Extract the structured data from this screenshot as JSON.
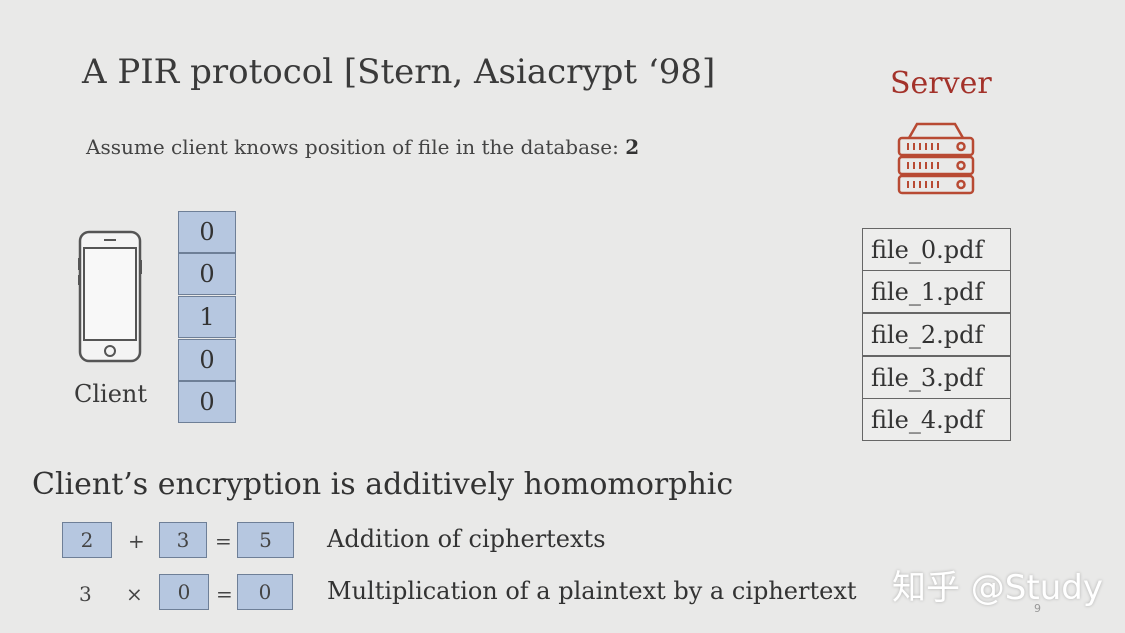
{
  "slide": {
    "title": "A PIR protocol [Stern, Asiacrypt ‘98]",
    "assume_text": "Assume client knows position of file in the database: ",
    "assume_position": "2",
    "client_label": "Client",
    "query_vector": [
      "0",
      "0",
      "1",
      "0",
      "0"
    ],
    "server_label": "Server",
    "files": [
      "file_0.pdf",
      "file_1.pdf",
      "file_2.pdf",
      "file_3.pdf",
      "file_4.pdf"
    ],
    "homomorphic_heading": "Client’s encryption is additively homomorphic",
    "addition": {
      "a": "2",
      "op": "+",
      "b": "3",
      "eq": "=",
      "result": "5",
      "description": "Addition of ciphertexts"
    },
    "multiplication": {
      "scalar": "3",
      "op": "×",
      "b": "0",
      "eq": "=",
      "result": "0",
      "description": "Multiplication of a plaintext by a ciphertext"
    },
    "page_number": "9"
  },
  "watermark": "知乎 @Study",
  "colors": {
    "ciphertext_fill": "#b6c7e0",
    "server_accent": "#a3322a"
  },
  "icons": [
    "phone-icon",
    "server-icon"
  ]
}
